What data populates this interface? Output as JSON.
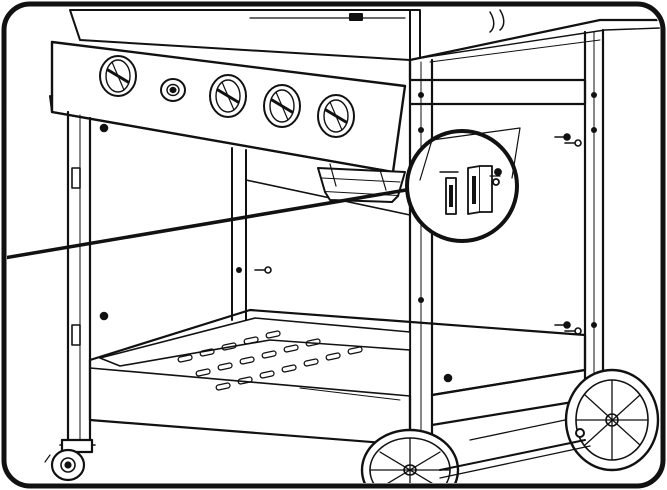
{
  "figure": {
    "kind": "line-art assembly illustration",
    "subject": "grill cart",
    "has_detail_callout": true,
    "control_knobs": 4,
    "igniter_buttons": 1,
    "frame_color": "#111111",
    "background_color": "#ffffff"
  }
}
